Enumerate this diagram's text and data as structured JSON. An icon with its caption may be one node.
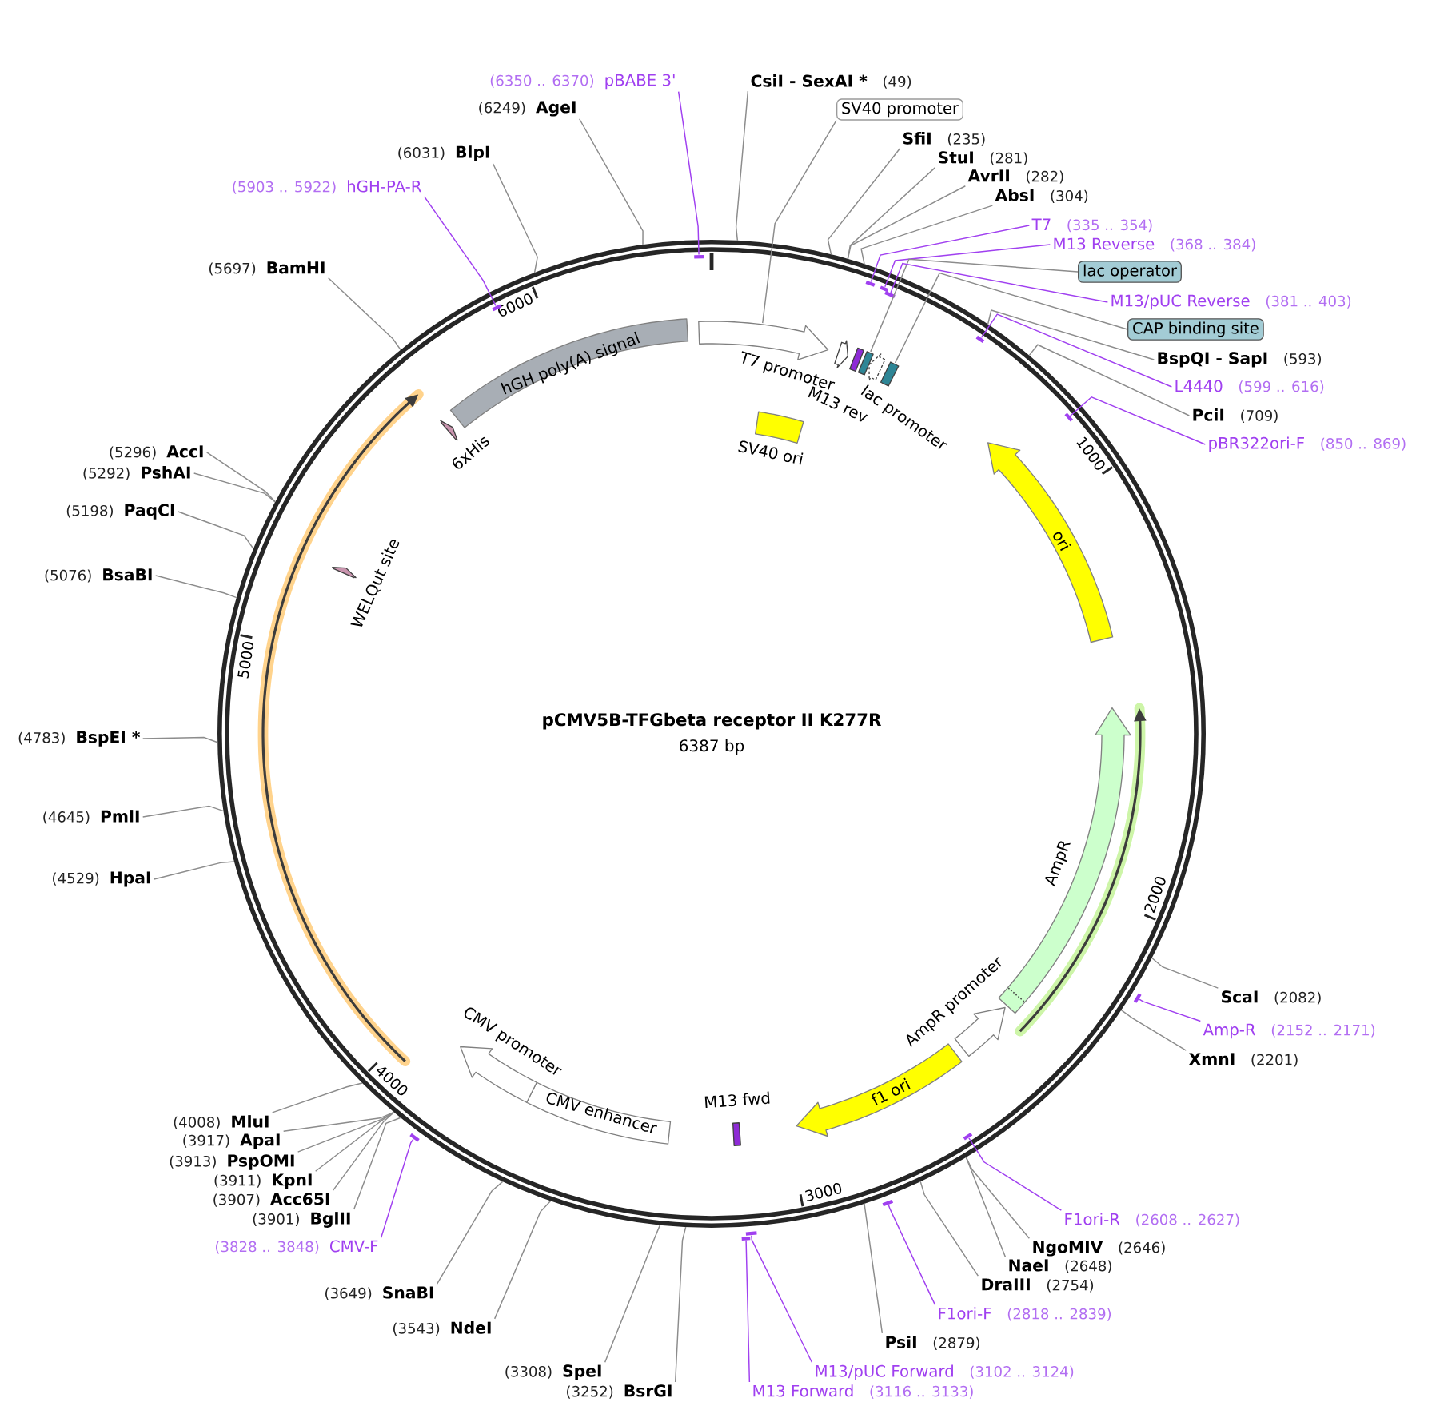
{
  "diagram": {
    "nodes": [
      {
        "text": [
          "pCMV5B-TFGbeta receptor II K277R",
          "6387 bp"
        ]
      },
      {
        "text": [],
        "shape": "arrow",
        "in": 0
      },
      {
        "text": [
          "SV40 ori"
        ],
        "in": 0
      },
      {
        "text": [
          "T7 promoter"
        ],
        "in": 0
      },
      {
        "text": [
          "M13 rev"
        ],
        "in": 0
      },
      {
        "text": [],
        "shape": "box",
        "in": 0
      },
      {
        "text": [
          "lac promoter"
        ],
        "in": 0
      },
      {
        "text": [],
        "shape": "box",
        "in": 0
      },
      {
        "text": [
          "ori"
        ],
        "in": 0
      },
      {
        "text": [
          "AmpR"
        ],
        "in": 0
      },
      {
        "text": [
          "AmpR promoter"
        ],
        "in": 0
      },
      {
        "text": [
          "f1 ori"
        ],
        "in": 0
      },
      {
        "text": [
          "M13 fwd"
        ],
        "in": 0
      },
      {
        "text": [
          "CMV enhancer"
        ],
        "in": 0
      },
      {
        "text": [
          "CMV promoter"
        ],
        "in": 0
      },
      {
        "text": [
          "WELQut site"
        ],
        "in": 80
      },
      {
        "text": [
          "6xHis"
        ],
        "in": 0
      },
      {
        "text": [
          "hGH poly(A) signal"
        ],
        "in": 0
      },
      {
        "text": [
          "CsiI - SexAI *",
          "(49)"
        ]
      },
      {
        "text": [
          "SV40 promoter"
        ]
      },
      {
        "text": [
          "SfiI",
          "(235)"
        ]
      },
      {
        "text": [
          "StuI",
          "(281)"
        ]
      },
      {
        "text": [
          "AvrII",
          "(282)"
        ]
      },
      {
        "text": [
          "AbsI",
          "(304)"
        ]
      },
      {
        "text": [
          "T7",
          "(335 .. 354)"
        ]
      },
      {
        "text": [],
        "shape": "bar",
        "in": 0
      },
      {
        "text": [
          "M13 Reverse",
          "(368 .. 384)"
        ]
      },
      {
        "text": [],
        "shape": "bar",
        "in": 0
      },
      {
        "text": [
          "lac operator"
        ]
      },
      {
        "text": [
          "M13/pUC Reverse",
          "(381 .. 403)"
        ]
      },
      {
        "text": [],
        "shape": "bar",
        "in": 0
      },
      {
        "text": [
          "CAP binding site"
        ]
      },
      {
        "text": [
          "BspQI - SapI",
          "(593)"
        ]
      },
      {
        "text": [
          "L4440",
          "(599 .. 616)"
        ]
      },
      {
        "text": [],
        "shape": "bar",
        "in": 0
      },
      {
        "text": [
          "PciI",
          "(709)"
        ]
      },
      {
        "text": [
          "pBR322ori-F",
          "(850 .. 869)"
        ]
      },
      {
        "text": [],
        "shape": "bar",
        "in": 0
      },
      {
        "text": [
          "ScaI",
          "(2082)"
        ]
      },
      {
        "text": [
          "Amp-R",
          "(2152 .. 2171)"
        ]
      },
      {
        "text": [],
        "shape": "bar"
      },
      {
        "text": [
          "XmnI",
          "(2201)"
        ]
      },
      {
        "text": [
          "F1ori-R",
          "(2608 .. 2627)"
        ]
      },
      {
        "text": [],
        "shape": "bar",
        "in": 0
      },
      {
        "text": [
          "NgoMIV",
          "(2646)"
        ]
      },
      {
        "text": [
          "NaeI",
          "(2648)"
        ]
      },
      {
        "text": [
          "DraIII",
          "(2754)"
        ]
      },
      {
        "text": [
          "F1ori-F",
          "(2818 .. 2839)"
        ]
      },
      {
        "text": [],
        "shape": "bar"
      },
      {
        "text": [
          "PsiI",
          "(2879)"
        ]
      },
      {
        "text": [
          "M13/pUC Forward",
          "(3102 .. 3124)"
        ]
      },
      {
        "text": [],
        "shape": "bar"
      },
      {
        "text": [
          "M13 Forward",
          "(3116 .. 3133)"
        ]
      },
      {
        "text": [],
        "shape": "bar"
      },
      {
        "text": [
          "(3252)",
          "BsrGI"
        ]
      },
      {
        "text": [
          "(3308)",
          "SpeI"
        ]
      },
      {
        "text": [
          "(3543)",
          "NdeI"
        ]
      },
      {
        "text": [
          "(3649)",
          "SnaBI"
        ]
      },
      {
        "text": [
          "(3828 .. 3848)",
          "CMV-F"
        ]
      },
      {
        "text": [],
        "shape": "bar"
      },
      {
        "text": [
          "(3901)",
          "BglII"
        ]
      },
      {
        "text": [
          "(3907)",
          "Acc65I"
        ]
      },
      {
        "text": [
          "(3911)",
          "KpnI"
        ]
      },
      {
        "text": [
          "(3913)",
          "PspOMI"
        ]
      },
      {
        "text": [
          "(3917)",
          "ApaI"
        ]
      },
      {
        "text": [
          "(4008)",
          "MluI"
        ]
      },
      {
        "text": [
          "(4529)",
          "HpaI"
        ]
      },
      {
        "text": [
          "(4645)",
          "PmlI"
        ]
      },
      {
        "text": [
          "(4783)",
          "BspEI *"
        ]
      },
      {
        "text": [
          "(5076)",
          "BsaBI"
        ]
      },
      {
        "text": [
          "(5198)",
          "PaqCI"
        ]
      },
      {
        "text": [
          "(5292)",
          "PshAI"
        ]
      },
      {
        "text": [
          "(5296)",
          "AccI"
        ]
      },
      {
        "text": [
          "(5697)",
          "BamHI"
        ]
      },
      {
        "text": [
          "(5903 .. 5922)",
          "hGH-PA-R"
        ]
      },
      {
        "text": [],
        "shape": "bar",
        "in": 0
      },
      {
        "text": [
          "(6031)",
          "BlpI"
        ]
      },
      {
        "text": [
          "(6249)",
          "AgeI"
        ]
      },
      {
        "text": [
          "(6350 .. 6370)",
          "pBABE 3'"
        ]
      },
      {
        "text": [],
        "shape": "bar",
        "in": 0
      },
      {
        "text": [],
        "shape": "arrow",
        "in": 0
      }
    ],
    "edges": [
      {
        "from": 18,
        "to": 0,
        "arrow": "none"
      },
      {
        "from": 19,
        "to": 1,
        "arrow": "none"
      },
      {
        "from": 20,
        "to": 0,
        "arrow": "none"
      },
      {
        "from": 21,
        "to": 0,
        "arrow": "none"
      },
      {
        "from": 22,
        "to": 0,
        "arrow": "none"
      },
      {
        "from": 23,
        "to": 0,
        "arrow": "none"
      },
      {
        "from": 24,
        "to": 25,
        "arrow": "none",
        "color": "#a040f0"
      },
      {
        "from": 26,
        "to": 27,
        "arrow": "none",
        "color": "#a040f0"
      },
      {
        "from": 28,
        "to": 5,
        "arrow": "none"
      },
      {
        "from": 29,
        "to": 30,
        "arrow": "none",
        "color": "#a040f0"
      },
      {
        "from": 31,
        "to": 7,
        "arrow": "none"
      },
      {
        "from": 32,
        "to": 0,
        "arrow": "none"
      },
      {
        "from": 33,
        "to": 34,
        "arrow": "none",
        "color": "#a040f0"
      },
      {
        "from": 35,
        "to": 0,
        "arrow": "none"
      },
      {
        "from": 36,
        "to": 37,
        "arrow": "none",
        "color": "#a040f0"
      },
      {
        "from": 38,
        "to": 0,
        "arrow": "none"
      },
      {
        "from": 39,
        "to": 40,
        "arrow": "none",
        "color": "#a040f0"
      },
      {
        "from": 41,
        "to": 0,
        "arrow": "none"
      },
      {
        "from": 42,
        "to": 43,
        "arrow": "none",
        "color": "#a040f0"
      },
      {
        "from": 44,
        "to": 0,
        "arrow": "none"
      },
      {
        "from": 45,
        "to": 0,
        "arrow": "none"
      },
      {
        "from": 46,
        "to": 0,
        "arrow": "none"
      },
      {
        "from": 47,
        "to": 48,
        "arrow": "none",
        "color": "#a040f0"
      },
      {
        "from": 49,
        "to": 0,
        "arrow": "none"
      },
      {
        "from": 50,
        "to": 51,
        "arrow": "none",
        "color": "#a040f0"
      },
      {
        "from": 52,
        "to": 53,
        "arrow": "none",
        "color": "#a040f0"
      },
      {
        "from": 54,
        "to": 0,
        "arrow": "none"
      },
      {
        "from": 55,
        "to": 0,
        "arrow": "none"
      },
      {
        "from": 56,
        "to": 0,
        "arrow": "none"
      },
      {
        "from": 57,
        "to": 0,
        "arrow": "none"
      },
      {
        "from": 58,
        "to": 59,
        "arrow": "none",
        "color": "#a040f0"
      },
      {
        "from": 60,
        "to": 0,
        "arrow": "none"
      },
      {
        "from": 61,
        "to": 0,
        "arrow": "none"
      },
      {
        "from": 62,
        "to": 0,
        "arrow": "none"
      },
      {
        "from": 63,
        "to": 0,
        "arrow": "none"
      },
      {
        "from": 64,
        "to": 0,
        "arrow": "none"
      },
      {
        "from": 65,
        "to": 0,
        "arrow": "none"
      },
      {
        "from": 66,
        "to": 0,
        "arrow": "none"
      },
      {
        "from": 67,
        "to": 0,
        "arrow": "none"
      },
      {
        "from": 68,
        "to": 0,
        "arrow": "none"
      },
      {
        "from": 69,
        "to": 0,
        "arrow": "none"
      },
      {
        "from": 70,
        "to": 0,
        "arrow": "none"
      },
      {
        "from": 71,
        "to": 0,
        "arrow": "none"
      },
      {
        "from": 72,
        "to": 0,
        "arrow": "none"
      },
      {
        "from": 73,
        "to": 0,
        "arrow": "none"
      },
      {
        "from": 74,
        "to": 75,
        "arrow": "none",
        "color": "#a040f0"
      },
      {
        "from": 76,
        "to": 0,
        "arrow": "none"
      },
      {
        "from": 77,
        "to": 0,
        "arrow": "none"
      },
      {
        "from": 78,
        "to": 79,
        "arrow": "none",
        "color": "#a040f0"
      }
    ],
    "labels": [
      "1000",
      "2000",
      "3000",
      "4000",
      "5000",
      "6000"
    ]
  }
}
